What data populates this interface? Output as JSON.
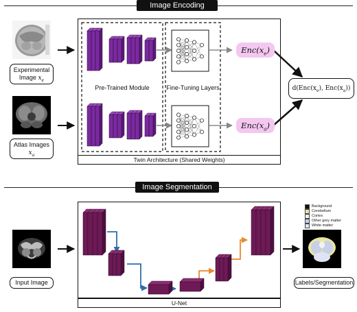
{
  "top": {
    "header": "Image Encoding",
    "experimental_label_line1": "Experimental",
    "experimental_label_line2": "Image",
    "experimental_var": "x",
    "experimental_sub": "e",
    "atlas_label_line1": "Atlas Images",
    "atlas_var": "x",
    "atlas_sub": "a",
    "pretrained_label": "Pre-Trained Module",
    "finetune_label": "Fine-Tuning Layers",
    "enc_e": "Enc(x",
    "enc_e_sub": "e",
    "enc_close": ")",
    "enc_a": "Enc(x",
    "enc_a_sub": "a",
    "distance": "d(Enc(x",
    "distance_mid": "), Enc(x",
    "distance_end": "))",
    "caption": "Twin Architecture (Shared Weights)"
  },
  "bottom": {
    "header": "Image Segmentation",
    "input_label": "Input Image",
    "output_label": "Labels/Segmentation",
    "caption": "U-Net",
    "legend": [
      {
        "label": "Background",
        "color": "#111111"
      },
      {
        "label": "Cerebellum",
        "color": "#e8e7a0"
      },
      {
        "label": "Cortex",
        "color": "#f2f2f2"
      },
      {
        "label": "Other grey matter",
        "color": "#c8cfe8"
      },
      {
        "label": "White matter",
        "color": "#dfe3f3"
      }
    ]
  },
  "colors": {
    "purple_front": "#7b2aa0",
    "purple_side": "#5a1b78",
    "purple_top": "#9d4bc2",
    "maroon_front": "#6e1a55",
    "maroon_side": "#4f0f3d",
    "maroon_top": "#8e2d72",
    "pink": "#f3c7f0",
    "blue_arrow": "#2d6ea8",
    "orange_arrow": "#e8882e"
  }
}
